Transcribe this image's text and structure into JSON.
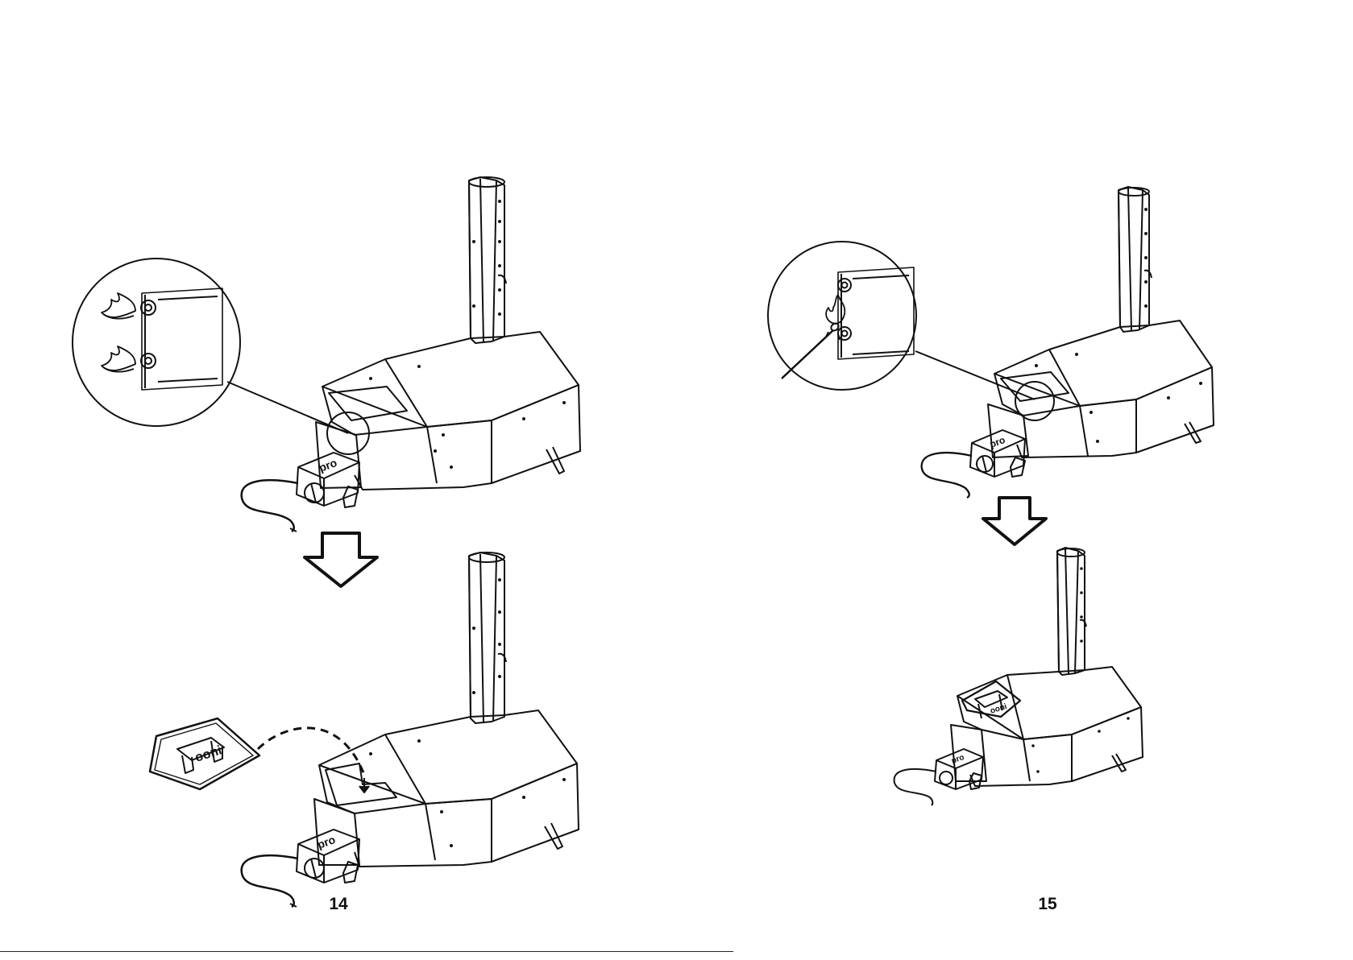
{
  "pages": [
    {
      "page_number": "14",
      "illustrations": [
        {
          "name": "flame-zoom-callout",
          "icons": [
            "flame-icon",
            "flame-icon"
          ]
        },
        {
          "name": "down-arrow",
          "icon": "arrow-down-icon"
        },
        {
          "name": "oven-with-stone-baffle",
          "icon": "dashed-arrow-icon"
        }
      ],
      "oven_labels": {
        "burner_label": "pro",
        "baffle_label": "ooni"
      }
    },
    {
      "page_number": "15",
      "illustrations": [
        {
          "name": "match-light-callout",
          "icons": [
            "match-flame-icon"
          ]
        },
        {
          "name": "down-arrow",
          "icon": "arrow-down-icon"
        },
        {
          "name": "oven-assembled"
        }
      ],
      "oven_labels": {
        "burner_label": "pro",
        "baffle_label": "ooni"
      }
    }
  ],
  "colors": {
    "ink": "#111111",
    "paper": "#ffffff"
  }
}
